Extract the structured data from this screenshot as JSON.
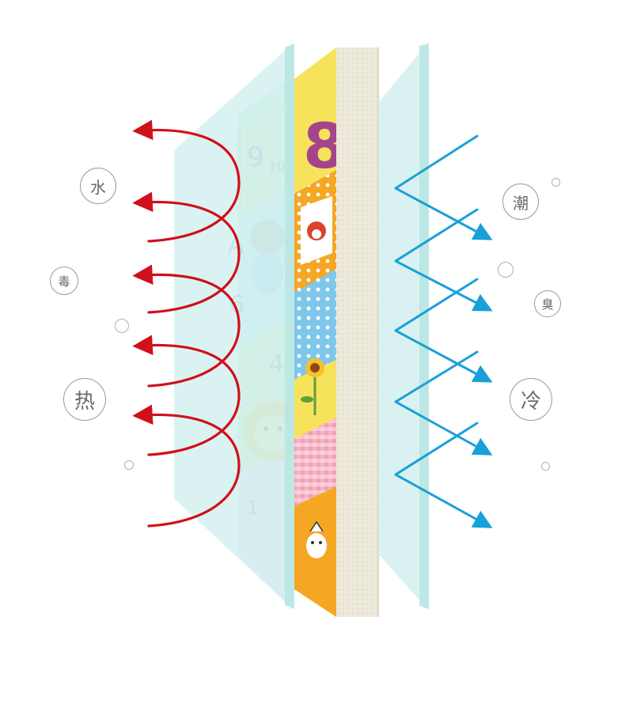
{
  "left_labels": [
    "水",
    "毒",
    "热"
  ],
  "right_labels": [
    "潮",
    "臭",
    "冷"
  ],
  "mat": {
    "big_number": "8",
    "printed_numbers": [
      "9",
      "10",
      "A",
      "6",
      "4",
      "1"
    ]
  },
  "colors": {
    "heat_arrow": "#d0101a",
    "cold_arrow": "#1aa0d8",
    "glass": "#cfefee",
    "foam": "#ece8da",
    "mat_yellow": "#f7e25c",
    "mat_orange": "#f5a623",
    "mat_blue": "#7fc7ea",
    "mat_pink": "#f6b3c7",
    "number_color": "#a4458c"
  },
  "icons": [
    "heat-reflect-arrow",
    "cold-block-arrow",
    "bubble"
  ]
}
